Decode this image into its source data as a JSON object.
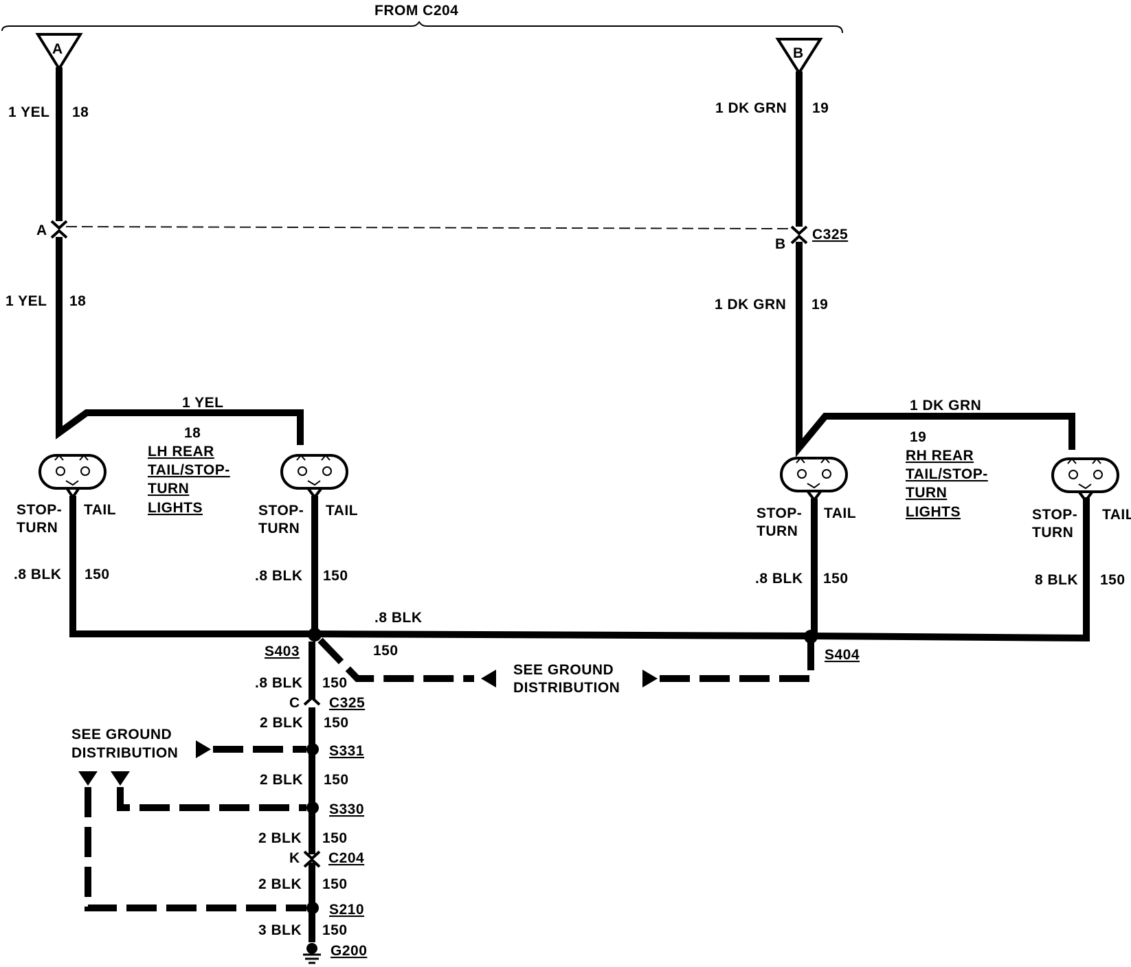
{
  "top": {
    "from_label": "FROM C204"
  },
  "connectors": {
    "a_letter": "A",
    "b_letter": "B",
    "c325": "C325",
    "c325_pin_a": "A",
    "c325_pin_b": "B",
    "c325_pin_c": "C",
    "c204": "C204",
    "c204_pin": "K"
  },
  "wires": {
    "yel": "1 YEL",
    "yel_circuit": "18",
    "grn": "1 DK GRN",
    "grn_circuit": "19",
    "blk08": ".8 BLK",
    "blk08_nodot": "8 BLK",
    "blk2": "2 BLK",
    "blk3": "3 BLK",
    "ground_circuit": "150"
  },
  "lamps": {
    "lh_title": [
      "LH REAR",
      "TAIL/STOP-",
      "TURN",
      "LIGHTS"
    ],
    "rh_title": [
      "RH REAR",
      "TAIL/STOP-",
      "TURN",
      "LIGHTS"
    ],
    "stop_label": "STOP-",
    "turn_label": "TURN",
    "tail_label": "TAIL"
  },
  "splices": {
    "s403": "S403",
    "s404": "S404",
    "s331": "S331",
    "s330": "S330",
    "s210": "S210"
  },
  "ground": {
    "g200": "G200",
    "see_ground_1": "SEE GROUND",
    "see_ground_2": "DISTRIBUTION"
  }
}
